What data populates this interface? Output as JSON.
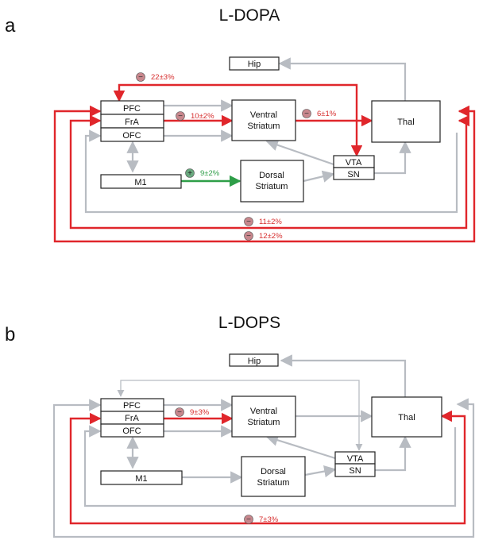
{
  "colors": {
    "gray": "#b8bcc2",
    "red": "#e0262b",
    "green": "#2e9e48",
    "minus_badge": "#c8878d",
    "plus_badge": "#6aa97f",
    "text_red": "#d62d2d",
    "text_green": "#2e9e48"
  },
  "panels": [
    {
      "letter": "a",
      "title": "L-DOPA",
      "nodes": {
        "hip": "Hip",
        "pfc": "PFC",
        "fra": "FrA",
        "ofc": "OFC",
        "ventral_line1": "Ventral",
        "ventral_line2": "Striatum",
        "thal": "Thal",
        "m1": "M1",
        "dorsal_line1": "Dorsal",
        "dorsal_line2": "Striatum",
        "vta": "VTA",
        "sn": "SN"
      },
      "edge_labels": [
        {
          "text": "22±3%",
          "sign": "−"
        },
        {
          "text": "10±2%",
          "sign": "−"
        },
        {
          "text": "6±1%",
          "sign": "−"
        },
        {
          "text": "9±2%",
          "sign": "+"
        },
        {
          "text": "11±2%",
          "sign": "−"
        },
        {
          "text": "12±2%",
          "sign": "−"
        }
      ]
    },
    {
      "letter": "b",
      "title": "L-DOPS",
      "nodes": {
        "hip": "Hip",
        "pfc": "PFC",
        "fra": "FrA",
        "ofc": "OFC",
        "ventral_line1": "Ventral",
        "ventral_line2": "Striatum",
        "thal": "Thal",
        "m1": "M1",
        "dorsal_line1": "Dorsal",
        "dorsal_line2": "Striatum",
        "vta": "VTA",
        "sn": "SN"
      },
      "edge_labels": [
        {
          "text": "9±3%",
          "sign": "−"
        },
        {
          "text": "7±3%",
          "sign": "−"
        }
      ]
    }
  ]
}
